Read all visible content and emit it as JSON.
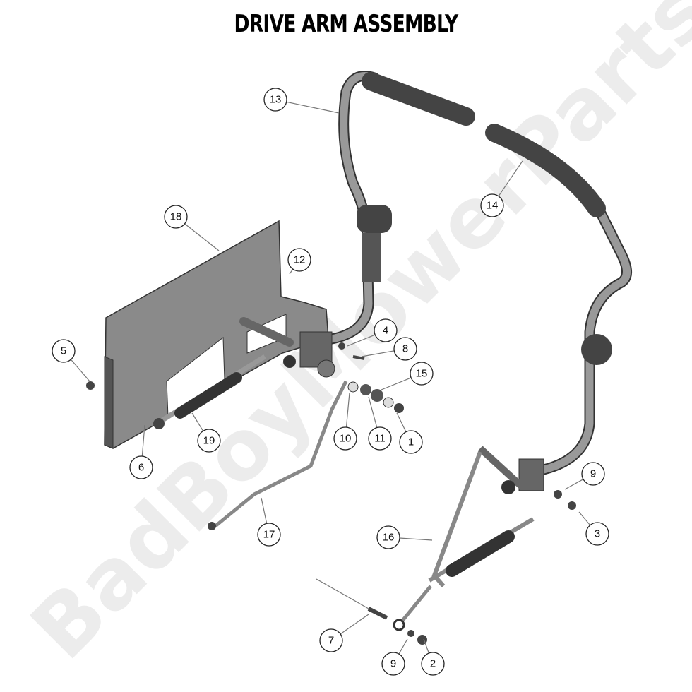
{
  "title": "DRIVE ARM ASSEMBLY",
  "watermark": "BadBoyMowerParts.com",
  "callouts": [
    {
      "number": "13",
      "part": "left-drive-arm"
    },
    {
      "number": "14",
      "part": "right-drive-arm"
    },
    {
      "number": "18",
      "part": "mount-plate"
    },
    {
      "number": "12",
      "part": "pivot-shaft"
    },
    {
      "number": "5",
      "part": "nut"
    },
    {
      "number": "4",
      "part": "nut"
    },
    {
      "number": "8",
      "part": "bolt"
    },
    {
      "number": "15",
      "part": "spring"
    },
    {
      "number": "10",
      "part": "washer"
    },
    {
      "number": "11",
      "part": "bushing"
    },
    {
      "number": "1",
      "part": "nut"
    },
    {
      "number": "19",
      "part": "damper"
    },
    {
      "number": "6",
      "part": "bolt"
    },
    {
      "number": "17",
      "part": "left-control-rod"
    },
    {
      "number": "16",
      "part": "right-control-rod"
    },
    {
      "number": "9",
      "part": "washer"
    },
    {
      "number": "3",
      "part": "nut"
    },
    {
      "number": "7",
      "part": "bolt"
    },
    {
      "number": "9",
      "part": "washer"
    },
    {
      "number": "2",
      "part": "nut"
    }
  ]
}
